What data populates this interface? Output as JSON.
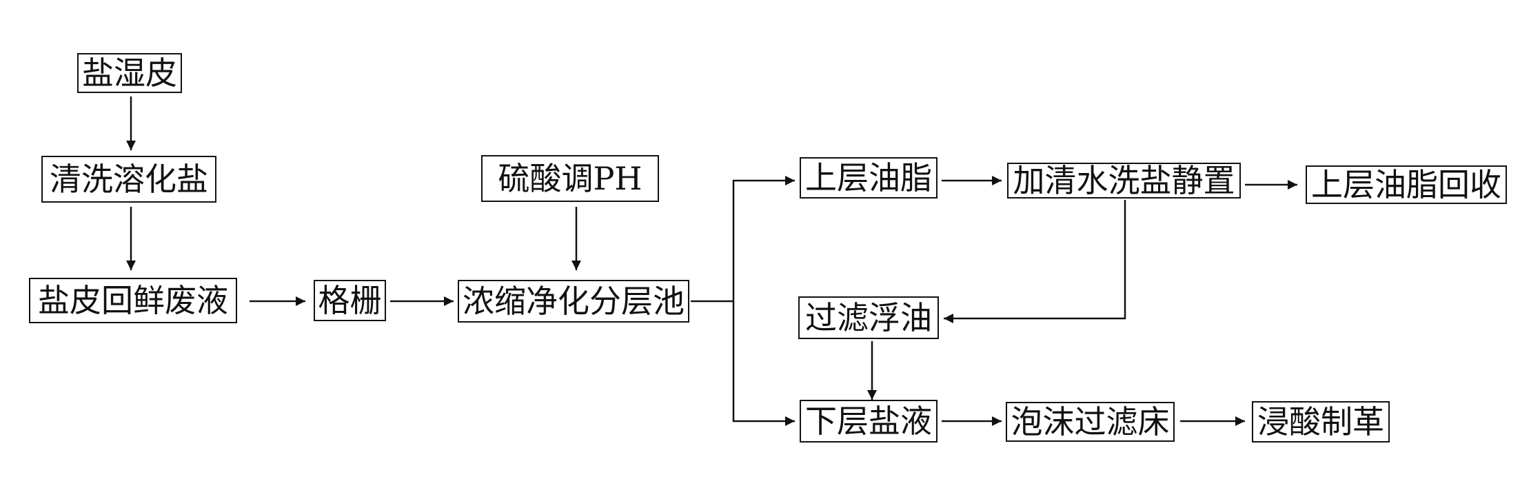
{
  "flowchart": {
    "nodes": {
      "salted_hide": "盐湿皮",
      "wash_dissolve_salt": "清洗溶化盐",
      "wastewater": "盐皮回鲜废液",
      "grille": "格栅",
      "sulfuric_acid": "硫酸调PH",
      "tank": "浓缩净化分层池",
      "upper_grease": "上层油脂",
      "add_water": "加清水洗盐静置",
      "grease_recovery": "上层油脂回收",
      "filter_oil": "过滤浮油",
      "lower_brine": "下层盐液",
      "foam_bed": "泡沫过滤床",
      "pickling": "浸酸制革"
    }
  }
}
